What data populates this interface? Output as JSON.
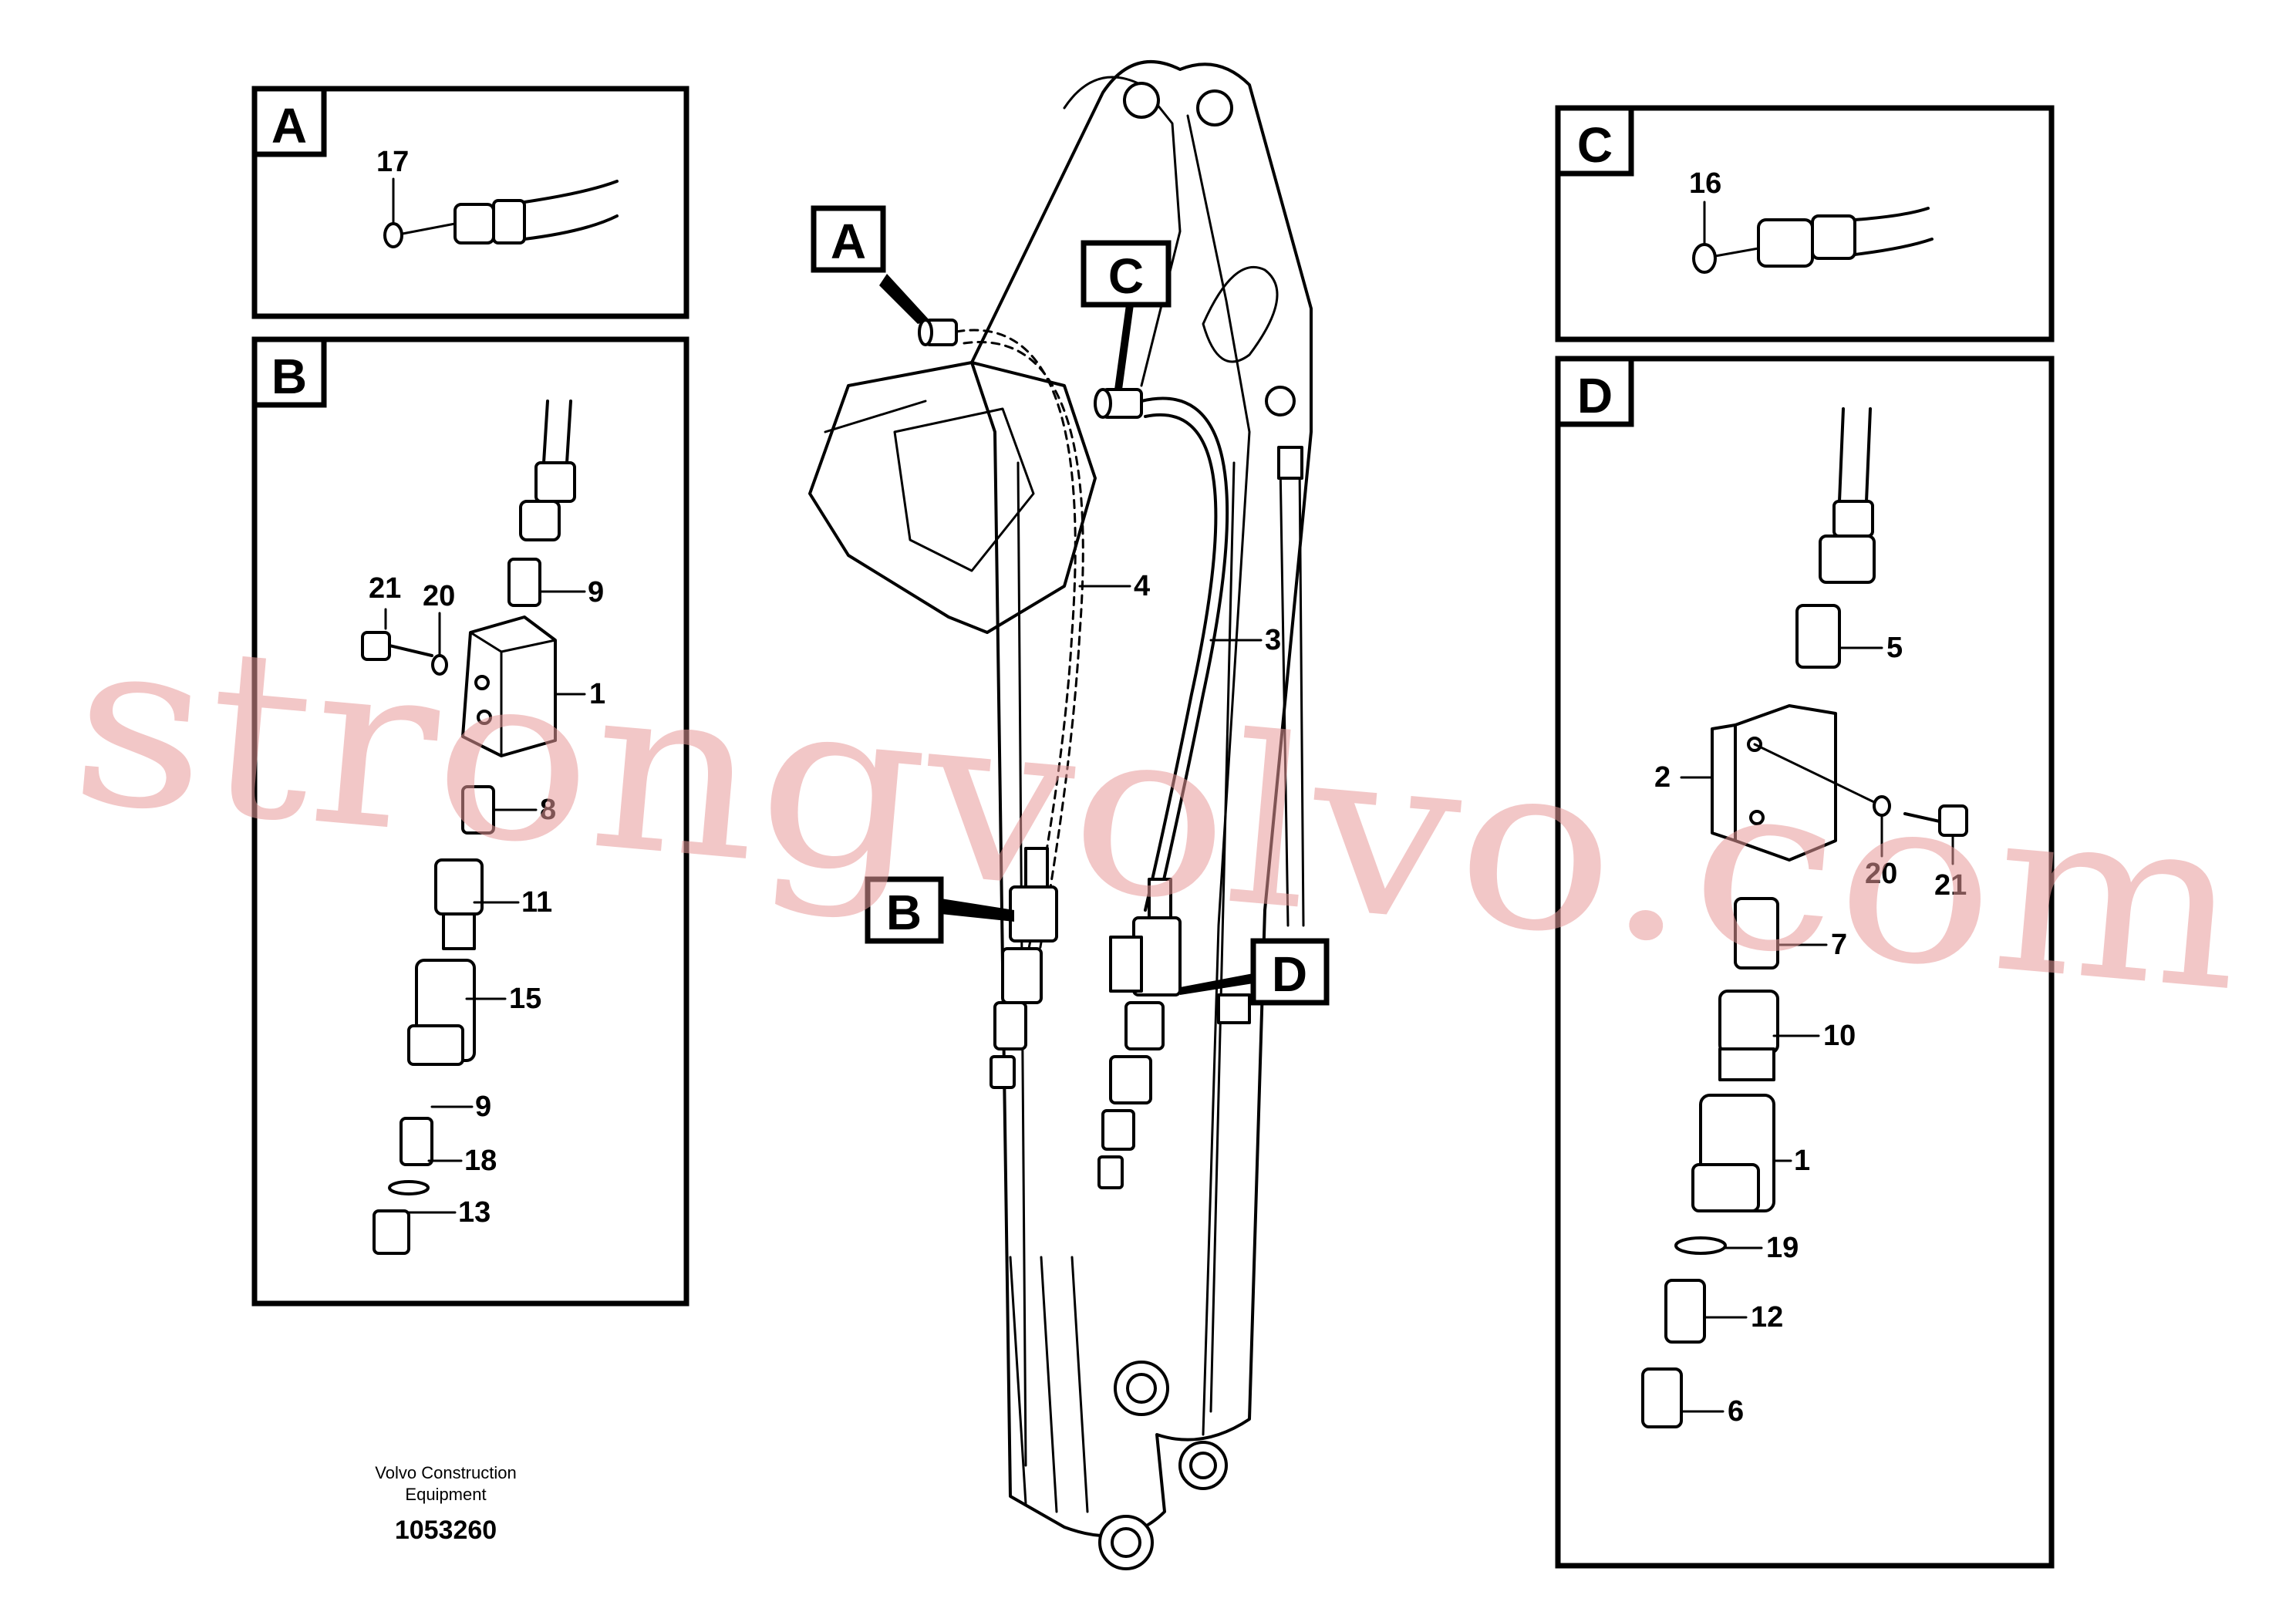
{
  "detail_boxes": {
    "a": {
      "letter": "A",
      "parts": [
        "17"
      ]
    },
    "b": {
      "letter": "B",
      "parts": [
        "9",
        "21",
        "20",
        "1",
        "8",
        "11",
        "15",
        "9",
        "18",
        "13"
      ]
    },
    "c": {
      "letter": "C",
      "parts": [
        "16"
      ]
    },
    "d": {
      "letter": "D",
      "parts": [
        "5",
        "2",
        "20",
        "21",
        "7",
        "10",
        "1",
        "19",
        "12",
        "6"
      ]
    }
  },
  "main_callouts": {
    "a": "A",
    "b": "B",
    "c": "C",
    "d": "D",
    "hose_4": "4",
    "hose_3": "3"
  },
  "footer": {
    "company_line1": "Volvo Construction",
    "company_line2": "Equipment",
    "drawing_number": "1053260"
  },
  "watermark": "strongvolvo.com"
}
